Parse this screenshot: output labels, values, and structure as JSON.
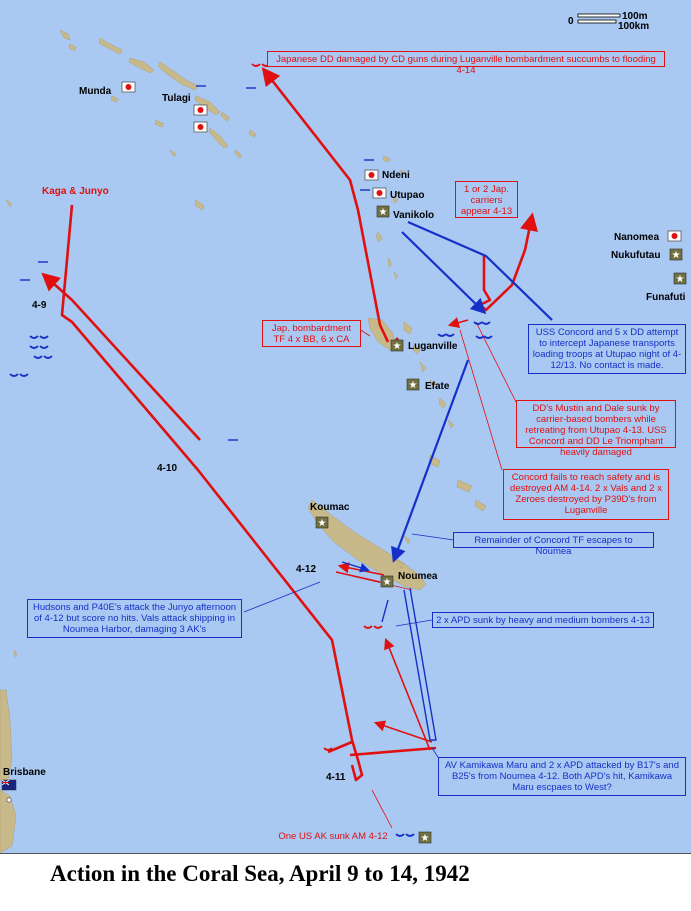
{
  "title": "Action in the Coral Sea, April 9 to 14, 1942",
  "scale": {
    "zero": "0",
    "label_mi": "100m",
    "label_km": "100km"
  },
  "places": {
    "munda": "Munda",
    "tulagi": "Tulagi",
    "ndeni": "Ndeni",
    "utupao": "Utupao",
    "vanikolo": "Vanikolo",
    "luganville": "Luganville",
    "efate": "Efate",
    "koumac": "Koumac",
    "noumea": "Noumea",
    "nanomea": "Nanomea",
    "nukufutau": "Nukufutau",
    "funafuti": "Funafuti",
    "brisbane": "Brisbane"
  },
  "track_labels": {
    "kaga": "Kaga & Junyo",
    "d49": "4-9",
    "d410": "4-10",
    "d411": "4-11",
    "d412": "4-12"
  },
  "notes": {
    "jdd": "Japanese DD damaged by CD guns during Luganville bombardment succumbs to flooding 4-14",
    "carriers": "1 or 2 Jap. carriers appear 4-13",
    "bombard": "Jap. bombardment TF 4 x BB, 6 x CA",
    "concord_attempt": "USS Concord and 5 x DD attempt to intercept Japanese transports loading troops at Utupao night of 4-12/13. No contact is made.",
    "mustin": "DD's Mustin and Dale sunk by carrier-based bombers while retreating from Utupao 4-13. USS Concord and DD Le Triomphant heavily damaged",
    "concord_fails": "Concord fails to reach safety and is destroyed AM 4-14. 2 x Vals and 2 x Zeroes destroyed by P39D's from Luganville",
    "remainder": "Remainder of Concord TF escapes to Noumea",
    "hudsons": "Hudsons and P40E's attack the Junyo afternoon of 4-12 but score no hits. Vals attack shipping in Noumea Harbor, damaging 3 AK's",
    "apd_sunk": "2 x APD sunk by heavy and medium bombers 4-13",
    "kamikawa": "AV Kamikawa Maru and 2 x APD attacked by B17's and B25's from Noumea 4-12. Both APD's hit, Kamikawa Maru escpaes to West?",
    "ak_sunk": "One US AK sunk AM 4-12"
  },
  "colors": {
    "sea": "#a9c8f2",
    "land": "#c8b98a",
    "japan": "#e01010",
    "allied": "#1530c8"
  },
  "icons": {
    "japan_base": "japan-flag-icon",
    "allied_base": "allied-star-icon",
    "australia": "australia-flag-icon"
  }
}
